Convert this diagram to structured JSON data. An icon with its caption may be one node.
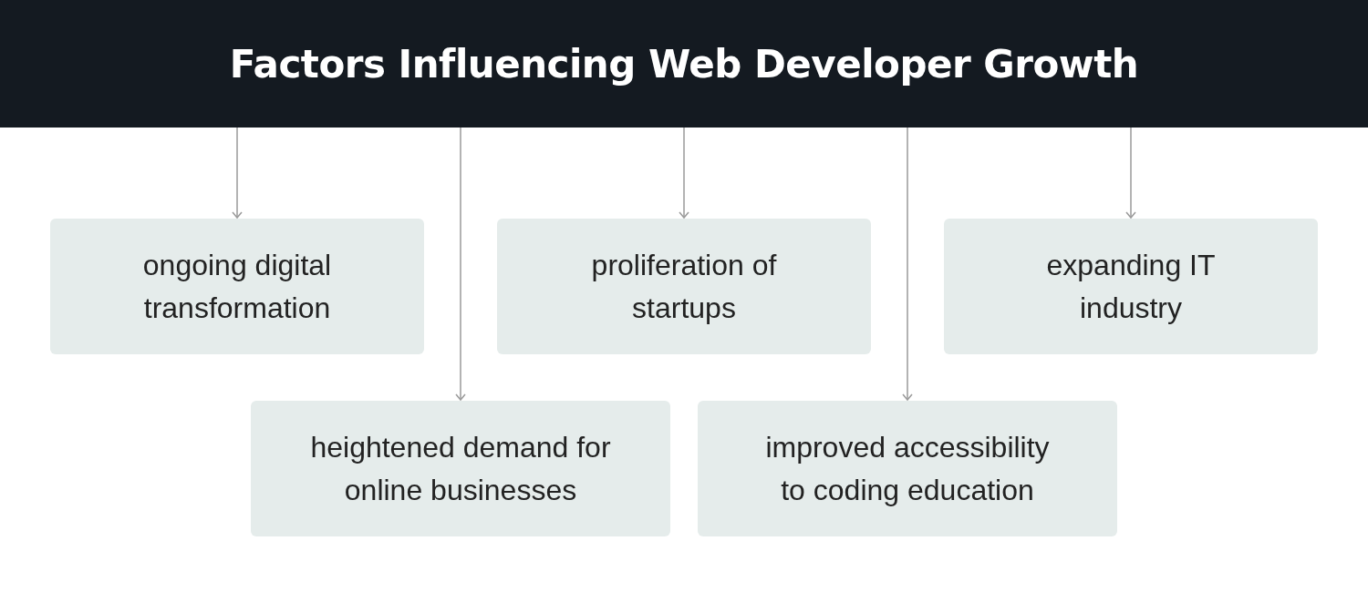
{
  "diagram": {
    "nodes": [
      {
        "text": [
          "Factors Influencing Web Developer Growth"
        ]
      },
      {
        "text": [
          "ongoing digital transformation"
        ]
      },
      {
        "text": [
          "proliferation of startups"
        ]
      },
      {
        "text": [
          "expanding IT industry"
        ]
      },
      {
        "text": [
          "heightened demand for online businesses"
        ]
      },
      {
        "text": [
          "improved accessibility to coding education"
        ]
      }
    ],
    "edges": [
      {
        "from": 0,
        "to": 1,
        "arrow": "to"
      },
      {
        "from": 0,
        "to": 4,
        "arrow": "to"
      },
      {
        "from": 0,
        "to": 2,
        "arrow": "to"
      },
      {
        "from": 0,
        "to": 5,
        "arrow": "to"
      },
      {
        "from": 0,
        "to": 3,
        "arrow": "to"
      }
    ]
  }
}
